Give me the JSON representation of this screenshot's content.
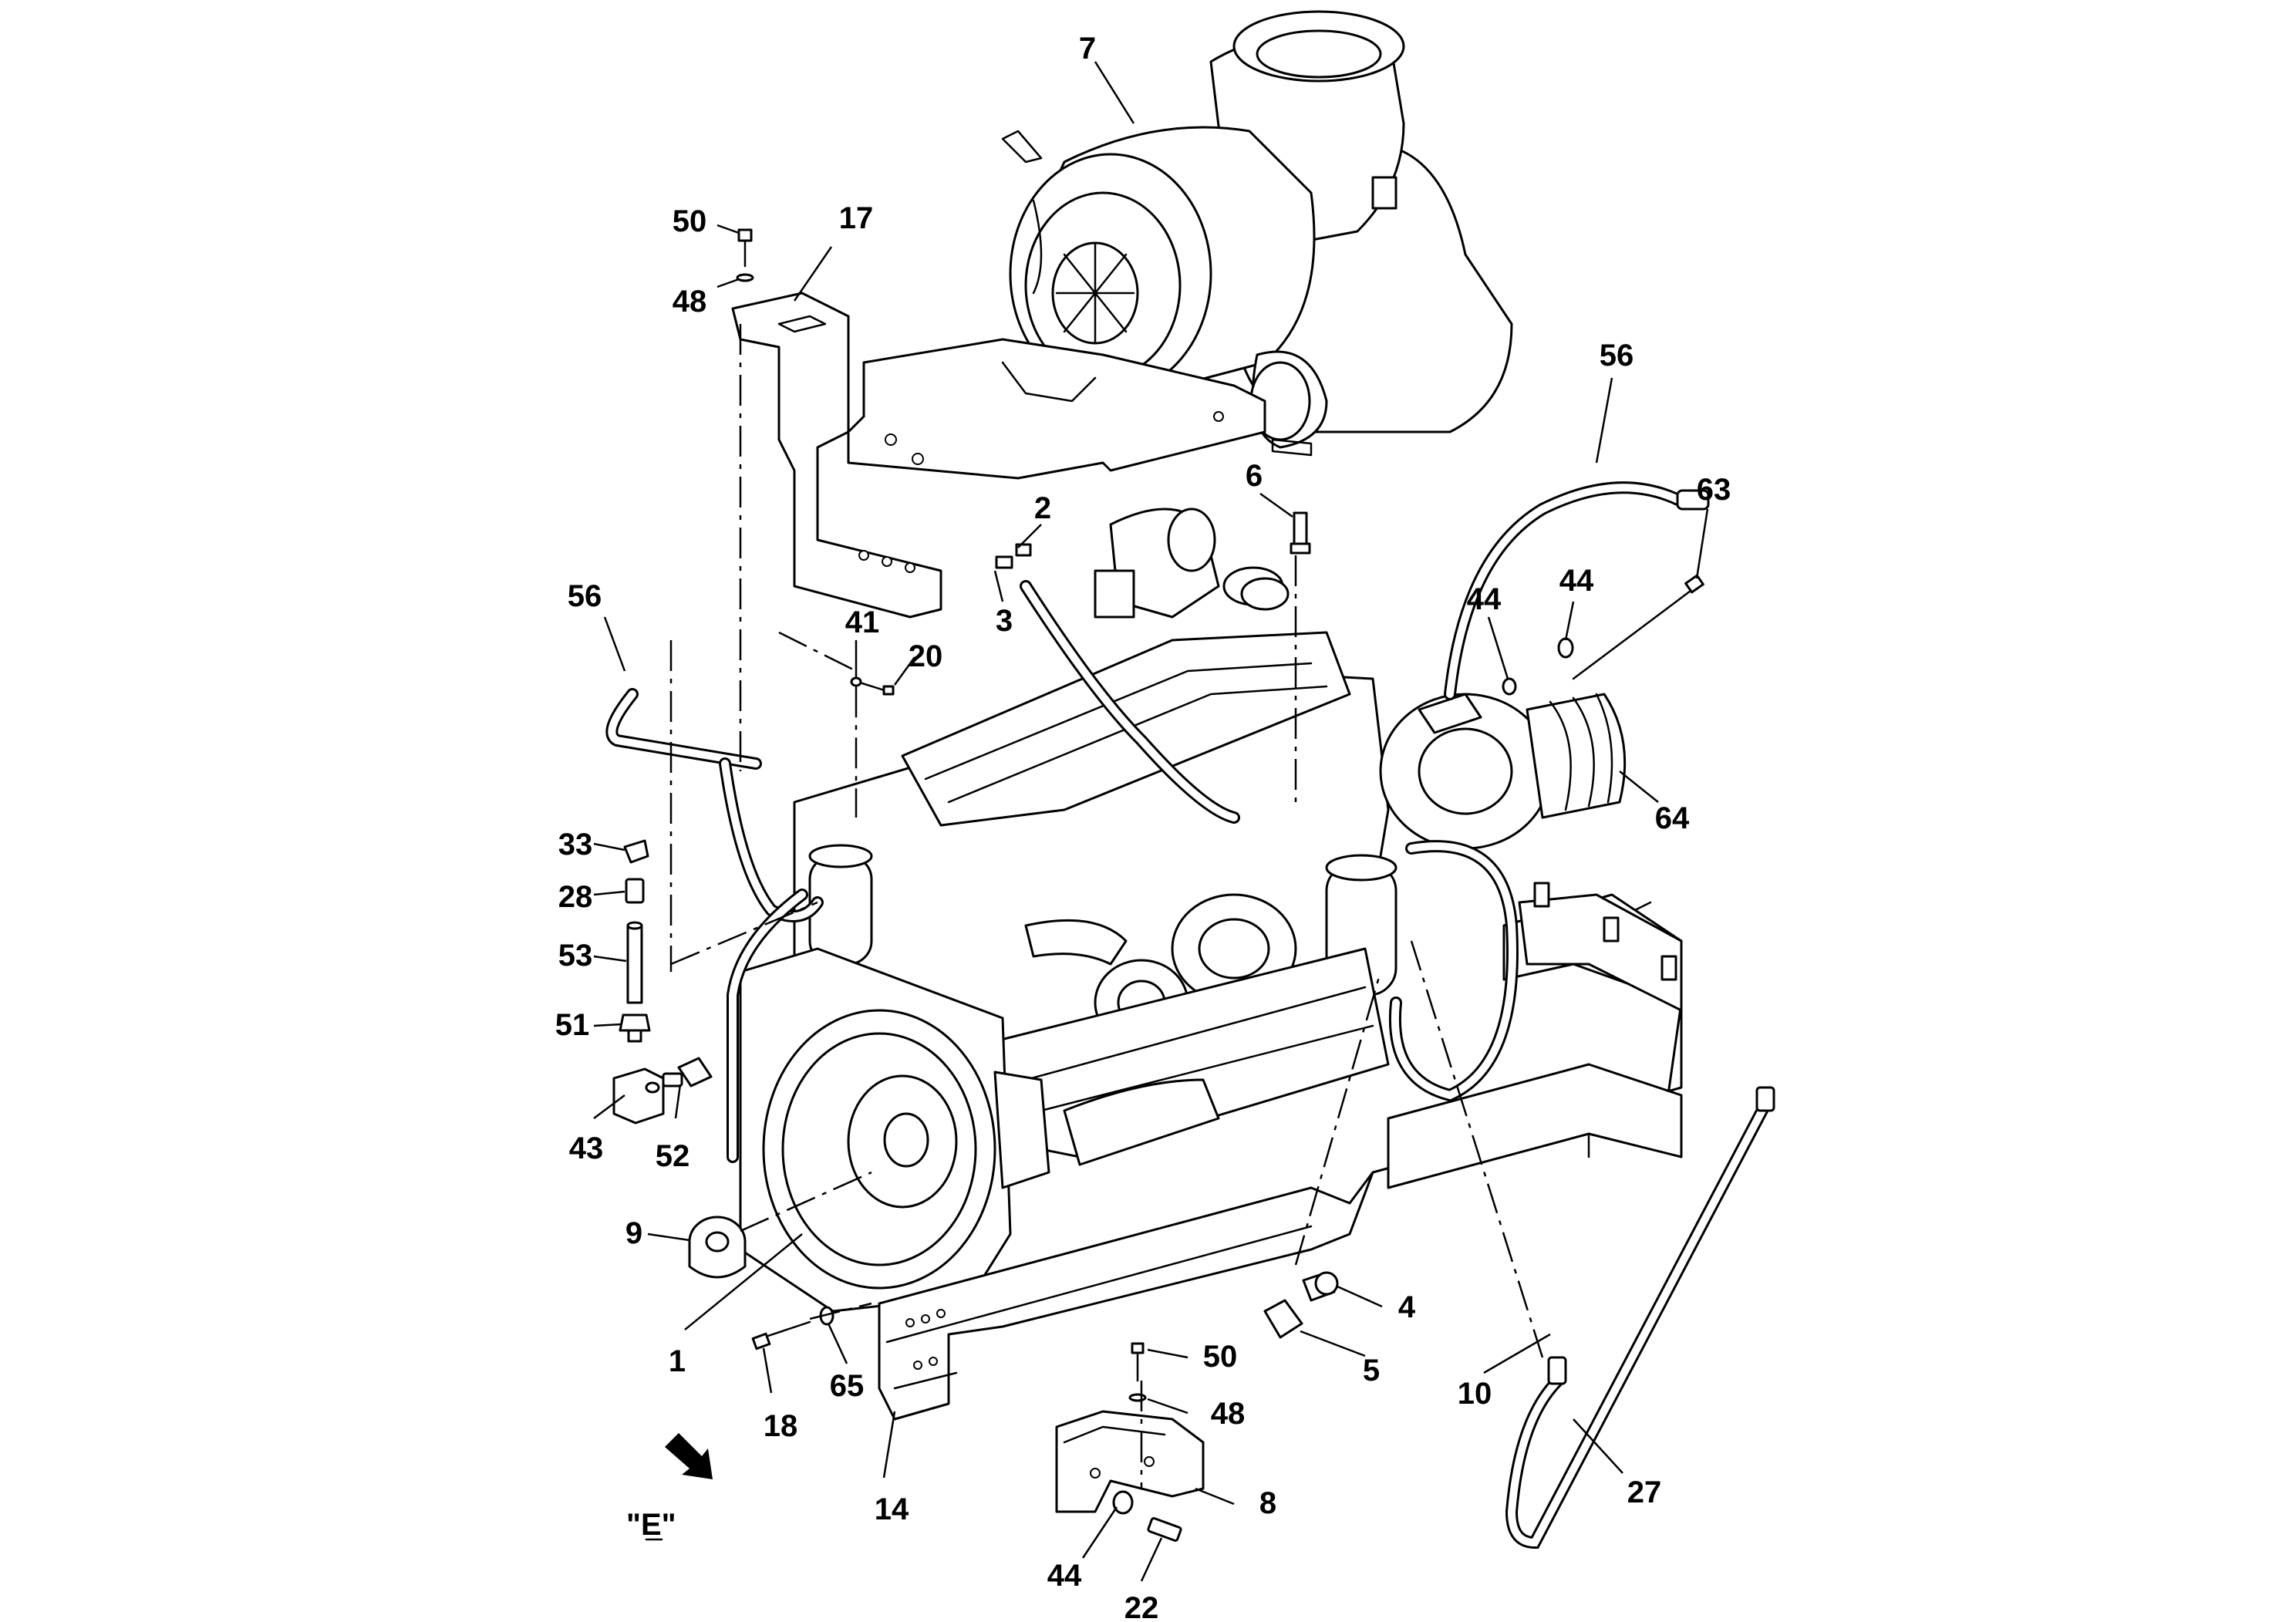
{
  "diagram": {
    "view_label": "\"E\"",
    "callouts": [
      {
        "id": "c7",
        "text": "7"
      },
      {
        "id": "c50a",
        "text": "50"
      },
      {
        "id": "c17",
        "text": "17"
      },
      {
        "id": "c48a",
        "text": "48"
      },
      {
        "id": "c56a",
        "text": "56"
      },
      {
        "id": "c6",
        "text": "6"
      },
      {
        "id": "c63",
        "text": "63"
      },
      {
        "id": "c2",
        "text": "2"
      },
      {
        "id": "c3",
        "text": "3"
      },
      {
        "id": "c44a",
        "text": "44"
      },
      {
        "id": "c44b",
        "text": "44"
      },
      {
        "id": "c56b",
        "text": "56"
      },
      {
        "id": "c41",
        "text": "41"
      },
      {
        "id": "c20",
        "text": "20"
      },
      {
        "id": "c64",
        "text": "64"
      },
      {
        "id": "c33",
        "text": "33"
      },
      {
        "id": "c28",
        "text": "28"
      },
      {
        "id": "c53",
        "text": "53"
      },
      {
        "id": "c51",
        "text": "51"
      },
      {
        "id": "c43",
        "text": "43"
      },
      {
        "id": "c52",
        "text": "52"
      },
      {
        "id": "c9",
        "text": "9"
      },
      {
        "id": "c1",
        "text": "1"
      },
      {
        "id": "c65",
        "text": "65"
      },
      {
        "id": "c18",
        "text": "18"
      },
      {
        "id": "c14",
        "text": "14"
      },
      {
        "id": "c4",
        "text": "4"
      },
      {
        "id": "c5",
        "text": "5"
      },
      {
        "id": "c50b",
        "text": "50"
      },
      {
        "id": "c48b",
        "text": "48"
      },
      {
        "id": "c8",
        "text": "8"
      },
      {
        "id": "c44c",
        "text": "44"
      },
      {
        "id": "c22",
        "text": "22"
      },
      {
        "id": "c10",
        "text": "10"
      },
      {
        "id": "c27",
        "text": "27"
      }
    ]
  },
  "colors": {
    "ink": "#000000",
    "paper": "#ffffff"
  }
}
